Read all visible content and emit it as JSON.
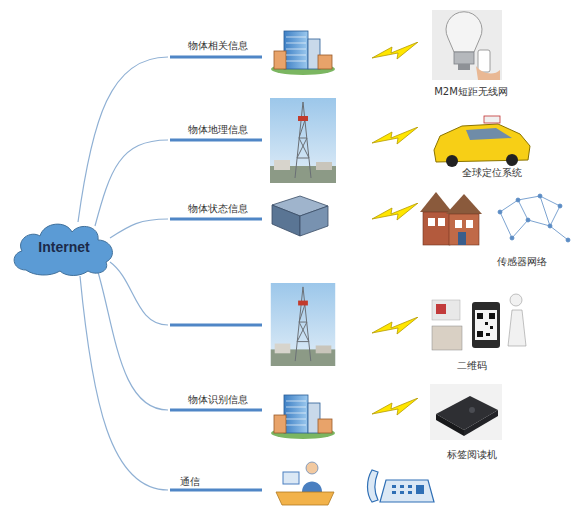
{
  "diagram": {
    "nodes": [
      {
        "text": [
          "Internet"
        ]
      }
    ],
    "labels": [
      "物体相关信息",
      "M2M短距无线网",
      "物体地理信息",
      "全球定位系统",
      "物体状态信息",
      "传感器网络",
      "二维码",
      "物体识别信息",
      "标签阅读机",
      "通信"
    ]
  }
}
